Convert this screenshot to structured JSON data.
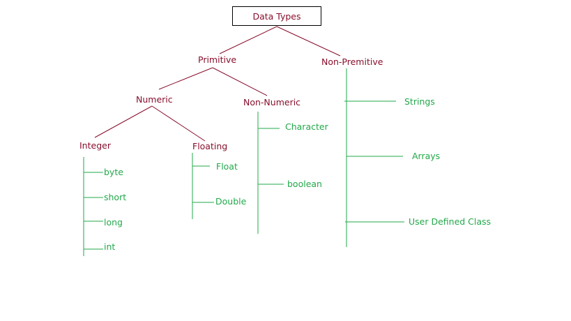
{
  "diagram": {
    "root": "Data Types",
    "primitive": "Primitive",
    "non_primitive": "Non-Premitive",
    "numeric": "Numeric",
    "non_numeric": "Non-Numeric",
    "integer": "Integer",
    "floating": "Floating",
    "integer_types": [
      "byte",
      "short",
      "long",
      "int"
    ],
    "floating_types": [
      "Float",
      "Double"
    ],
    "non_numeric_types": [
      "Character",
      "boolean"
    ],
    "non_primitive_types": [
      "Strings",
      "Arrays",
      "User Defined Class"
    ],
    "colors": {
      "category": "#880e2c",
      "leaf": "#22a84a",
      "box_border": "#000000"
    }
  }
}
